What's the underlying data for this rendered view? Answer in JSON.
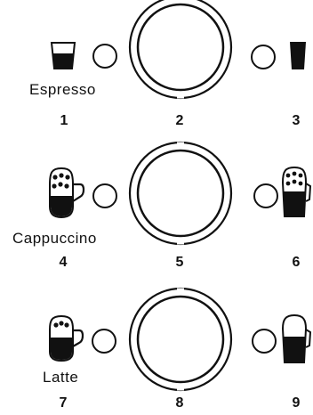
{
  "rows": [
    {
      "label": "Espresso",
      "numbers": [
        "1",
        "2",
        "3"
      ],
      "left_drink_icon": "espresso-glass-icon",
      "right_drink_icon": "tall-dark-cup-icon"
    },
    {
      "label": "Cappuccino",
      "numbers": [
        "4",
        "5",
        "6"
      ],
      "left_drink_icon": "cappuccino-mug-icon",
      "right_drink_icon": "foam-cup-icon"
    },
    {
      "label": "Latte",
      "numbers": [
        "7",
        "8",
        "9"
      ],
      "left_drink_icon": "latte-mug-icon",
      "right_drink_icon": "latte-glass-icon"
    }
  ],
  "colors": {
    "ink": "#111111",
    "background": "#ffffff"
  }
}
